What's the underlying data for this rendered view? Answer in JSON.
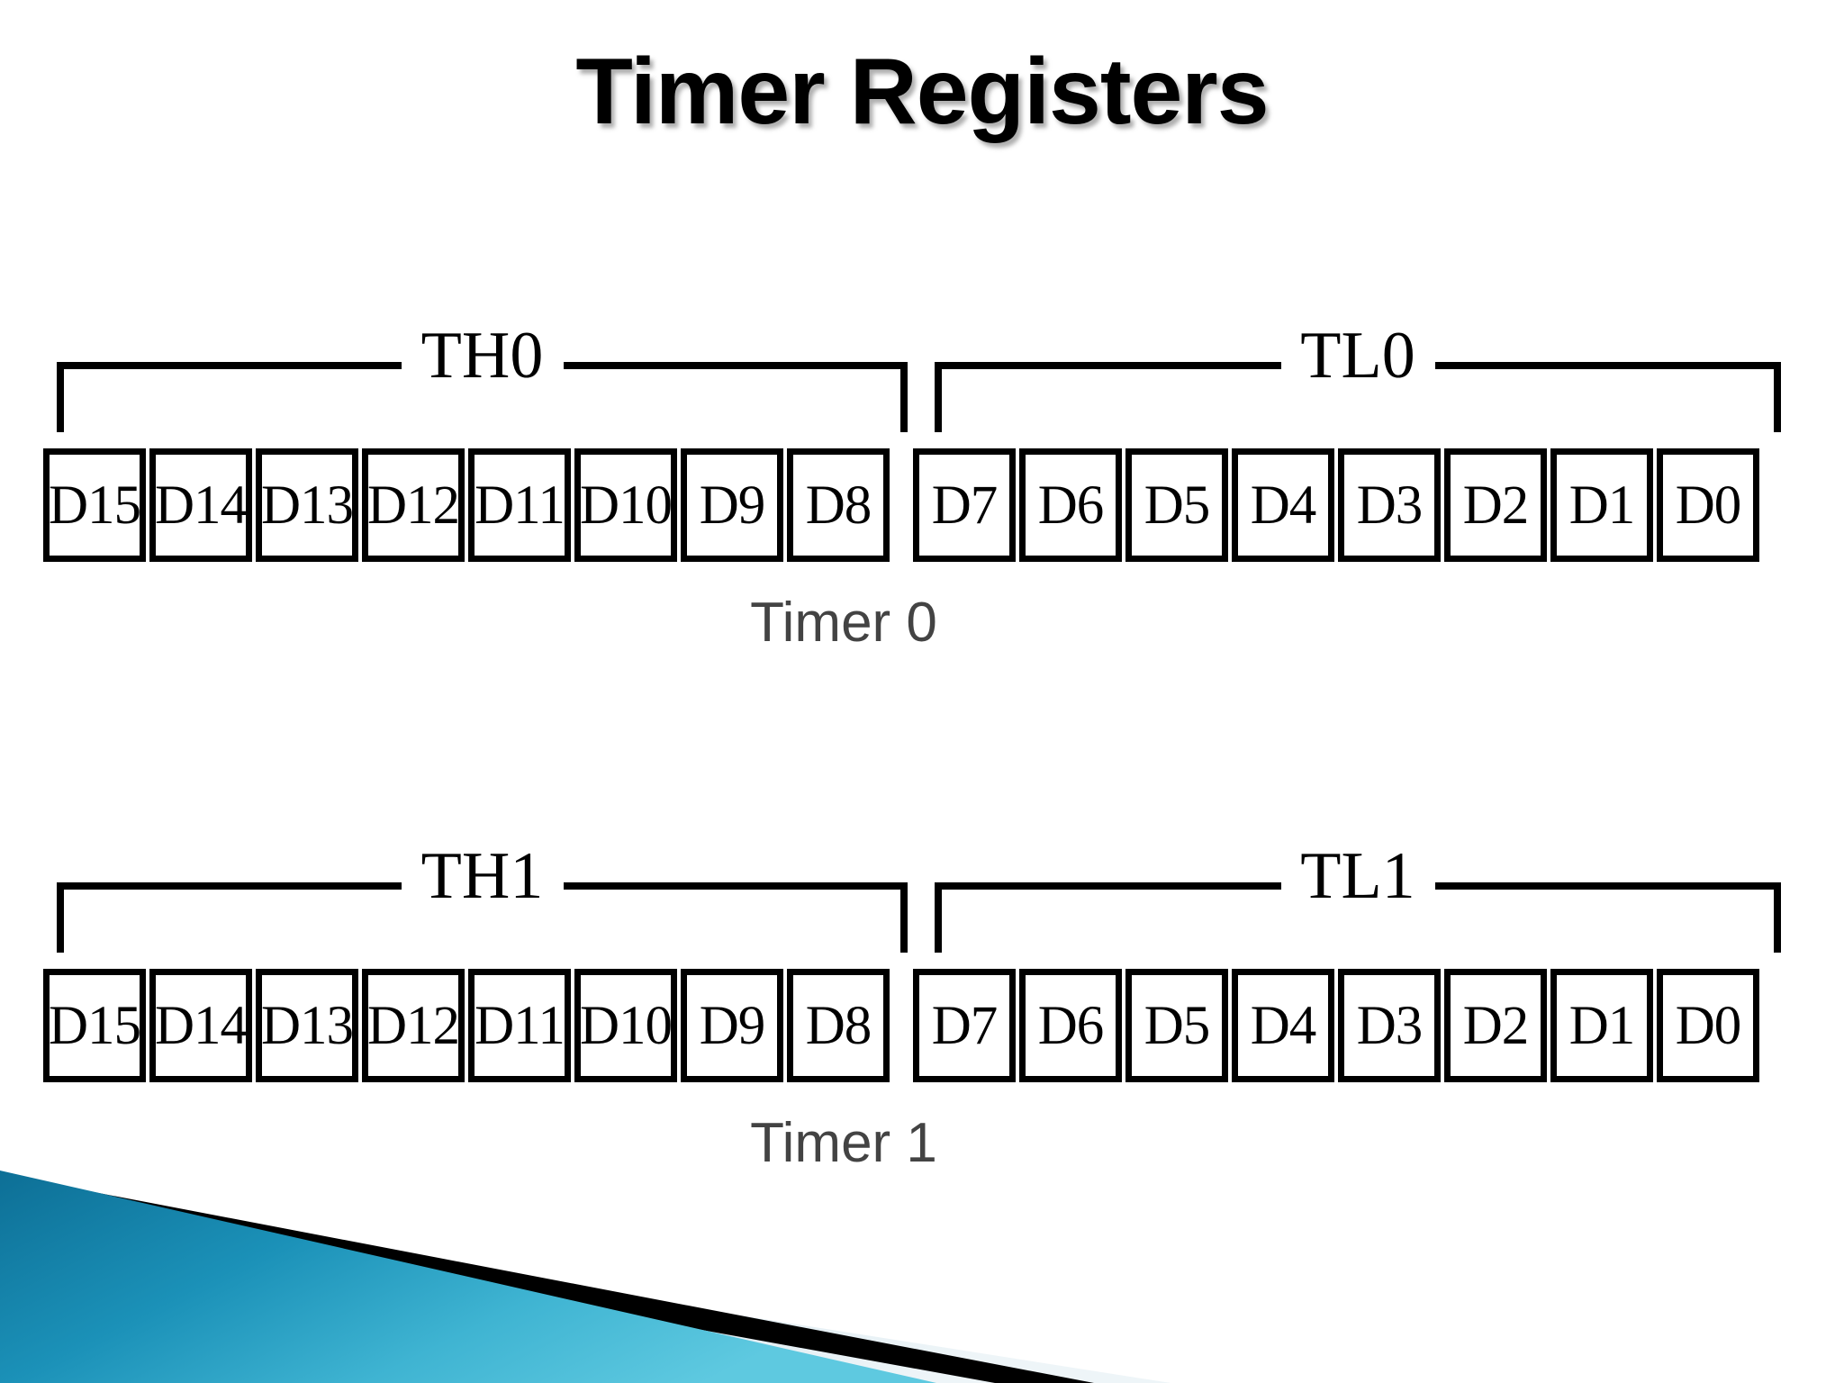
{
  "slide": {
    "title": "Timer Registers",
    "background_color": "#ffffff"
  },
  "groups": [
    {
      "id": "timer0",
      "caption": "Timer 0",
      "high_label": "TH0",
      "low_label": "TL0",
      "high_bits": [
        "D15",
        "D14",
        "D13",
        "D12",
        "D11",
        "D10",
        "D9",
        "D8"
      ],
      "low_bits": [
        "D7",
        "D6",
        "D5",
        "D4",
        "D3",
        "D2",
        "D1",
        "D0"
      ]
    },
    {
      "id": "timer1",
      "caption": "Timer 1",
      "high_label": "TH1",
      "low_label": "TL1",
      "high_bits": [
        "D15",
        "D14",
        "D13",
        "D12",
        "D11",
        "D10",
        "D9",
        "D8"
      ],
      "low_bits": [
        "D7",
        "D6",
        "D5",
        "D4",
        "D3",
        "D2",
        "D1",
        "D0"
      ]
    }
  ],
  "decoration": {
    "name": "bottom-left-diagonal-banner",
    "teal_dark": "#0f7ba4",
    "teal_light": "#56c4de",
    "black": "#000000",
    "pale_blue": "#dae8ef"
  },
  "colors": {
    "title_text": "#000000",
    "caption_text": "#434343",
    "box_border": "#000000",
    "box_fill": "#ffffff",
    "bracket_line": "#000000"
  }
}
